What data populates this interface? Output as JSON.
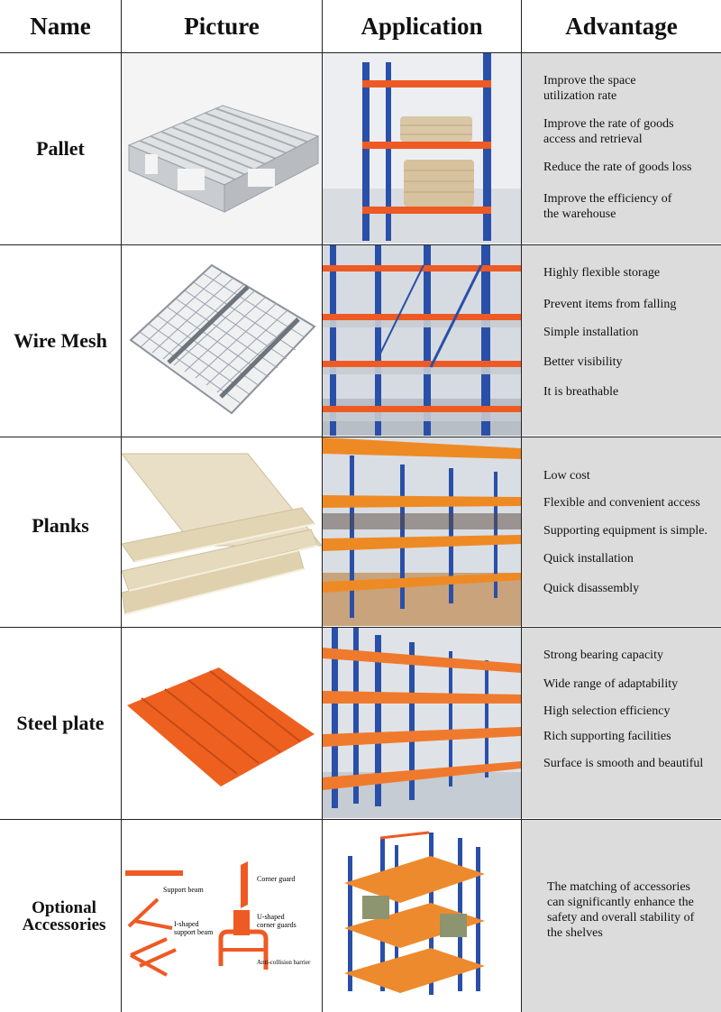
{
  "headers": {
    "name": "Name",
    "picture": "Picture",
    "application": "Application",
    "advantage": "Advantage"
  },
  "rows": [
    {
      "name": "Pallet",
      "advantages": [
        "Improve the space\nutilization rate",
        "Improve the rate of goods\naccess and retrieval",
        "Reduce the rate of goods loss",
        "Improve the efficiency of\n the warehouse"
      ]
    },
    {
      "name": "Wire Mesh",
      "advantages": [
        "Highly flexible storage",
        "Prevent items from falling",
        "Simple installation",
        "Better visibility",
        "It is breathable"
      ]
    },
    {
      "name": "Planks",
      "advantages": [
        "Low cost",
        "Flexible and convenient access",
        "Supporting equipment is simple.",
        "Quick installation",
        "Quick disassembly"
      ]
    },
    {
      "name": "Steel plate",
      "advantages": [
        "Strong bearing capacity",
        "Wide range of adaptability",
        "High selection efficiency",
        "Rich supporting facilities",
        "Surface is smooth and beautiful"
      ]
    },
    {
      "name": "Optional\nAccessories",
      "advantages": [
        "The matching of accessories\ncan significantly enhance the\nsafety and overall stability of\nthe shelves"
      ],
      "accessory_labels": {
        "support_beam": "Support beam",
        "corner_guard": "Corner guard",
        "i_beam": "I-shaped\nsupport beam",
        "u_guard": "U-shaped\ncorner guards",
        "barrier": "Anti-collision barrier"
      }
    }
  ],
  "colors": {
    "rack_blue": "#2a4fa8",
    "rack_orange": "#ee5a24",
    "advantage_bg": "#dcdcdc",
    "border": "#222222"
  }
}
